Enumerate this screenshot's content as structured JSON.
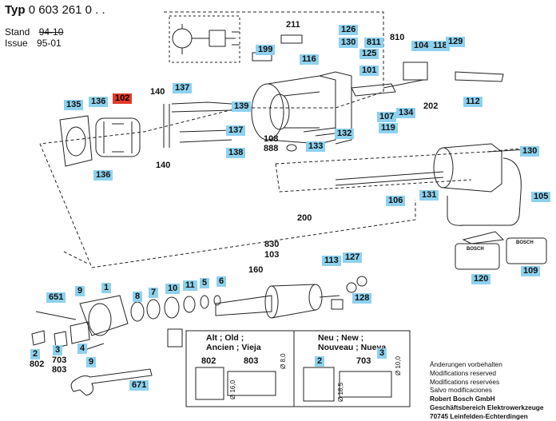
{
  "header": {
    "typ_label": "Typ",
    "typ_number": "0 603 261 0 . .",
    "stand_label": "Stand",
    "stand_old": "94-10",
    "issue_label": "Issue",
    "issue_value": "95-01"
  },
  "parts": [
    {
      "id": "211",
      "highlight": "none"
    },
    {
      "id": "126",
      "highlight": "blue"
    },
    {
      "id": "810",
      "highlight": "none"
    },
    {
      "id": "130",
      "highlight": "blue"
    },
    {
      "id": "811",
      "highlight": "blue"
    },
    {
      "id": "125",
      "highlight": "blue"
    },
    {
      "id": "199",
      "highlight": "blue"
    },
    {
      "id": "116",
      "highlight": "blue"
    },
    {
      "id": "101",
      "highlight": "blue"
    },
    {
      "id": "104",
      "highlight": "blue"
    },
    {
      "id": "118",
      "highlight": "blue"
    },
    {
      "id": "129",
      "highlight": "blue"
    },
    {
      "id": "140",
      "highlight": "none"
    },
    {
      "id": "137",
      "highlight": "blue"
    },
    {
      "id": "102",
      "highlight": "red"
    },
    {
      "id": "135",
      "highlight": "blue"
    },
    {
      "id": "136",
      "highlight": "blue"
    },
    {
      "id": "139",
      "highlight": "blue"
    },
    {
      "id": "112",
      "highlight": "blue"
    },
    {
      "id": "202",
      "highlight": "none"
    },
    {
      "id": "107",
      "highlight": "blue"
    },
    {
      "id": "134",
      "highlight": "blue"
    },
    {
      "id": "119",
      "highlight": "blue"
    },
    {
      "id": "132",
      "highlight": "blue"
    },
    {
      "id": "137",
      "highlight": "blue"
    },
    {
      "id": "108",
      "highlight": "none"
    },
    {
      "id": "888",
      "highlight": "none"
    },
    {
      "id": "133",
      "highlight": "blue"
    },
    {
      "id": "138",
      "highlight": "blue"
    },
    {
      "id": "140",
      "highlight": "none"
    },
    {
      "id": "136",
      "highlight": "blue"
    },
    {
      "id": "130",
      "highlight": "blue"
    },
    {
      "id": "131",
      "highlight": "blue"
    },
    {
      "id": "105",
      "highlight": "blue"
    },
    {
      "id": "106",
      "highlight": "blue"
    },
    {
      "id": "200",
      "highlight": "none"
    },
    {
      "id": "830",
      "highlight": "none"
    },
    {
      "id": "103",
      "highlight": "none"
    },
    {
      "id": "113",
      "highlight": "blue"
    },
    {
      "id": "127",
      "highlight": "blue"
    },
    {
      "id": "160",
      "highlight": "none"
    },
    {
      "id": "120",
      "highlight": "blue"
    },
    {
      "id": "109",
      "highlight": "blue"
    },
    {
      "id": "651",
      "highlight": "blue"
    },
    {
      "id": "9",
      "highlight": "blue"
    },
    {
      "id": "1",
      "highlight": "blue"
    },
    {
      "id": "8",
      "highlight": "blue"
    },
    {
      "id": "7",
      "highlight": "blue"
    },
    {
      "id": "10",
      "highlight": "blue"
    },
    {
      "id": "11",
      "highlight": "blue"
    },
    {
      "id": "5",
      "highlight": "blue"
    },
    {
      "id": "6",
      "highlight": "blue"
    },
    {
      "id": "128",
      "highlight": "blue"
    },
    {
      "id": "2",
      "highlight": "blue"
    },
    {
      "id": "802",
      "highlight": "none"
    },
    {
      "id": "3",
      "highlight": "blue"
    },
    {
      "id": "703",
      "highlight": "none"
    },
    {
      "id": "803",
      "highlight": "none"
    },
    {
      "id": "4",
      "highlight": "blue"
    },
    {
      "id": "9",
      "highlight": "blue"
    },
    {
      "id": "671",
      "highlight": "blue"
    }
  ],
  "old_box": {
    "title_line1": "Alt ; Old ;",
    "title_line2": "Ancien ; Vieja",
    "label_a": "802",
    "label_b": "803",
    "dim_a": "Ø 16,0",
    "dim_b": "Ø 8,0"
  },
  "new_box": {
    "title_line1": "Neu ; New ;",
    "title_line2": "Nouveau ; Nueva",
    "label_a": "2",
    "label_b": "703",
    "label_c": "3",
    "dim_a": "Ø 18,5",
    "dim_b": "Ø 10,0"
  },
  "bosch_text": "BOSCH",
  "notes": {
    "line1": "Änderungen vorbehalten",
    "line2": "Modifications reserved",
    "line3": "Modifications reservées",
    "line4": "Salvo modificaciones",
    "line5": "Robert Bosch GmbH",
    "line6": "Geschäftsbereich Elektrowerkzeuge",
    "line7": "70745 Leinfelden-Echterdingen"
  },
  "colors": {
    "label_highlight": "#8ed1ee",
    "selected_highlight": "#e43a2b",
    "line": "#222222"
  }
}
